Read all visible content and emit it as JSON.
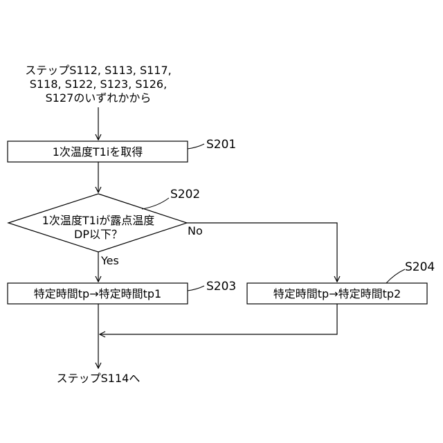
{
  "flowchart": {
    "start_text": [
      "ステップS112, S113, S117,",
      "S118, S122, S123, S126,",
      "S127のいずれかから"
    ],
    "s201": {
      "text": "1次温度T1iを取得",
      "label": "S201"
    },
    "s202": {
      "text": [
        "1次温度T1iが露点温度",
        "DP以下？"
      ],
      "label": "S202",
      "yes": "Yes",
      "no": "No"
    },
    "s203": {
      "text": "特定時間tp→特定時間tp1",
      "label": "S203"
    },
    "s204": {
      "text": "特定時間tp→特定時間tp2",
      "label": "S204"
    },
    "end_text": "ステップS114へ"
  }
}
